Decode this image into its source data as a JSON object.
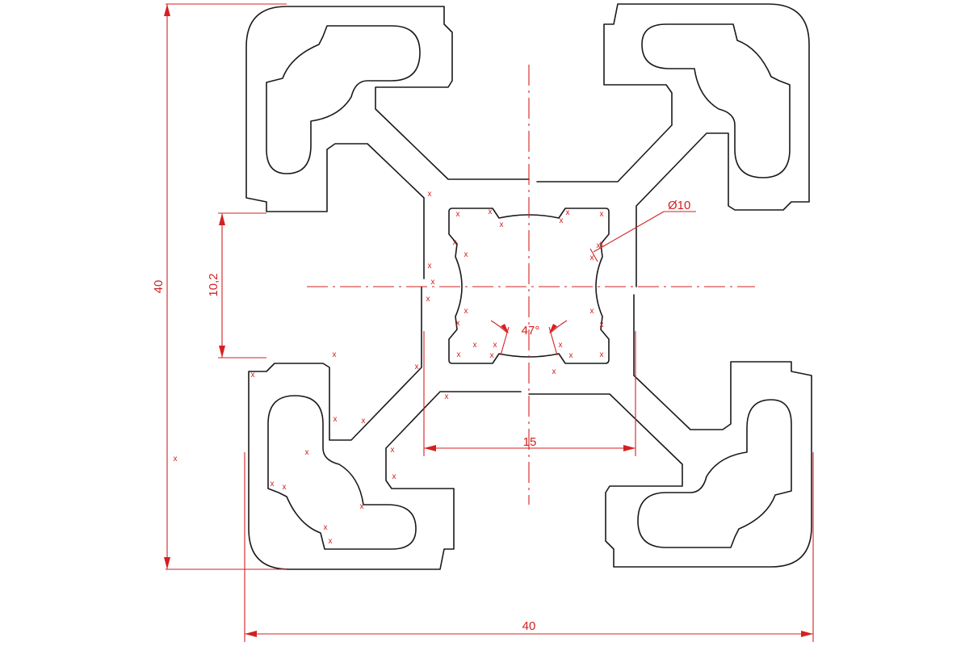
{
  "colors": {
    "outline": "#1a1a1a",
    "dimension": "#d42020",
    "background": "#ffffff"
  },
  "dimensions": {
    "height": "40",
    "width": "40",
    "slot_opening": "10,2",
    "core_width": "15",
    "bore_diameter": "Ø10",
    "groove_angle": "47°"
  },
  "marker_symbol": "x"
}
